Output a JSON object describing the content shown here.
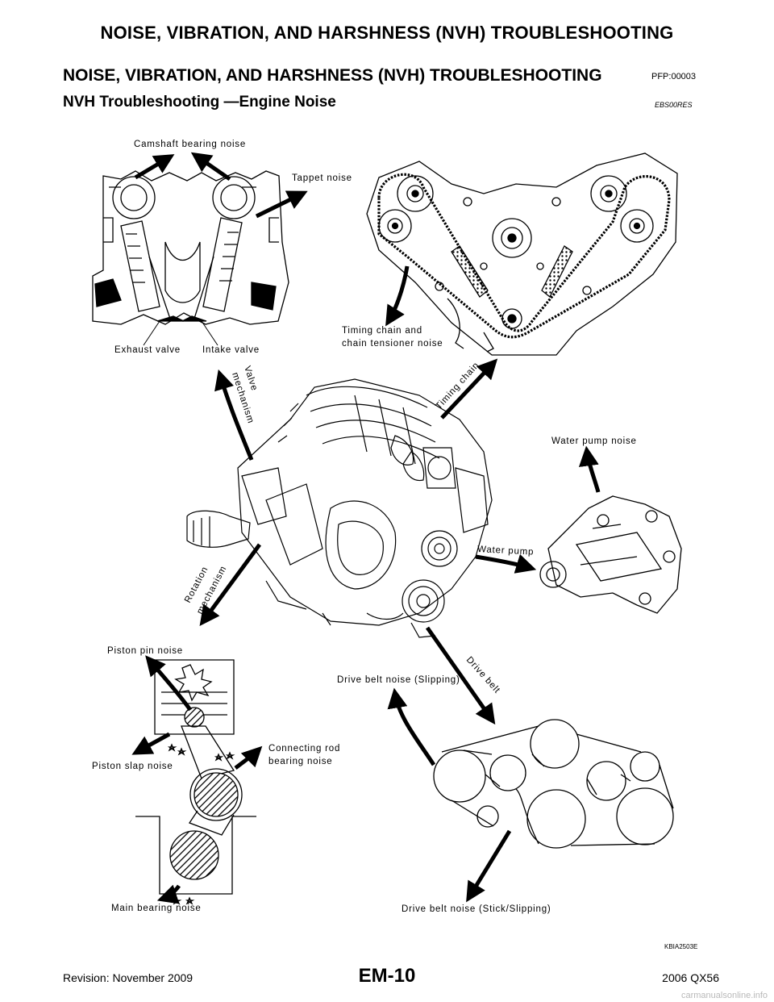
{
  "header": {
    "running_title": "NOISE, VIBRATION, AND HARSHNESS (NVH) TROUBLESHOOTING"
  },
  "section": {
    "title": "NOISE, VIBRATION, AND HARSHNESS (NVH) TROUBLESHOOTING",
    "code": "PFP:00003"
  },
  "subsection": {
    "title": "NVH Troubleshooting —Engine Noise",
    "code": "EBS00RES"
  },
  "figure": {
    "code": "KBIA2503E",
    "labels": {
      "camshaft_bearing_noise": "Camshaft bearing noise",
      "tappet_noise": "Tappet noise",
      "exhaust_valve": "Exhaust valve",
      "intake_valve": "Intake valve",
      "timing_chain_noise_1": "Timing chain and",
      "timing_chain_noise_2": "chain tensioner noise",
      "valve_mechanism_1": "Valve",
      "valve_mechanism_2": "mechanism",
      "timing_chain": "Timing chain",
      "water_pump_noise": "Water pump noise",
      "water_pump": "Water pump",
      "rotation_mechanism_1": "Rotation",
      "rotation_mechanism_2": "mechanism",
      "piston_pin_noise": "Piston pin noise",
      "piston_slap_noise": "Piston slap noise",
      "connecting_rod_1": "Connecting rod",
      "connecting_rod_2": "bearing noise",
      "main_bearing_noise": "Main bearing noise",
      "drive_belt_slipping": "Drive belt noise (Slipping)",
      "drive_belt": "Drive belt",
      "drive_belt_stick": "Drive belt noise (Stick/Slipping)"
    }
  },
  "footer": {
    "revision": "Revision: November 2009",
    "page_number": "EM-10",
    "model": "2006 QX56",
    "watermark": "carmanualsonline.info"
  }
}
